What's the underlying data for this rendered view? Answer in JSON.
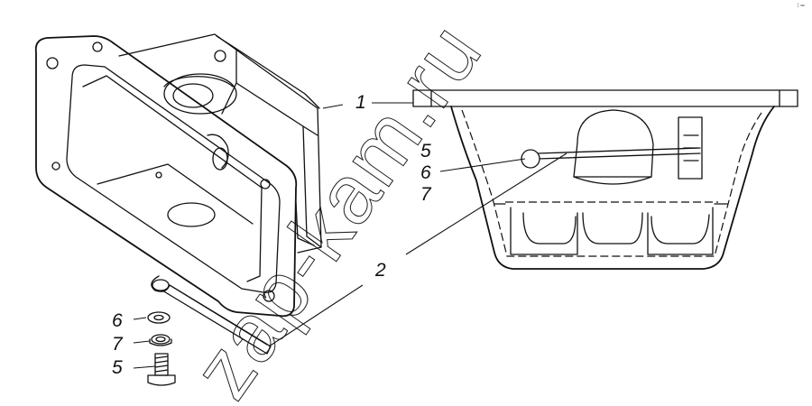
{
  "callouts": {
    "c1": "1",
    "c2": "2",
    "c5_top": "5",
    "c6_top": "6",
    "c7_top": "7",
    "c6_bottom": "6",
    "c7_bottom": "7",
    "c5_bottom": "5"
  },
  "watermark": "zap-kam.ru",
  "corner_logo": "⁞ ═"
}
